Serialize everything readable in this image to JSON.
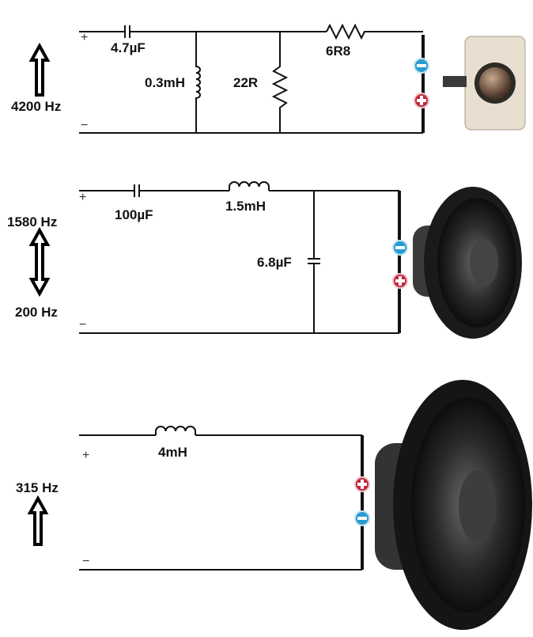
{
  "tweeter": {
    "freq": "4200 Hz",
    "c1": "4.7µF",
    "l1": "0.3mH",
    "r1": "22R",
    "r2": "6R8",
    "plus": "+",
    "minus": "−"
  },
  "midrange": {
    "freq_high": "1580 Hz",
    "freq_low": "200 Hz",
    "c1": "100µF",
    "l1": "1.5mH",
    "c2": "6.8µF",
    "plus": "+",
    "minus": "−"
  },
  "woofer": {
    "freq": "315 Hz",
    "l1": "4mH",
    "plus": "+",
    "minus": "−"
  },
  "colors": {
    "plus_terminal": "#c0283a",
    "minus_terminal": "#2a9bd1"
  }
}
